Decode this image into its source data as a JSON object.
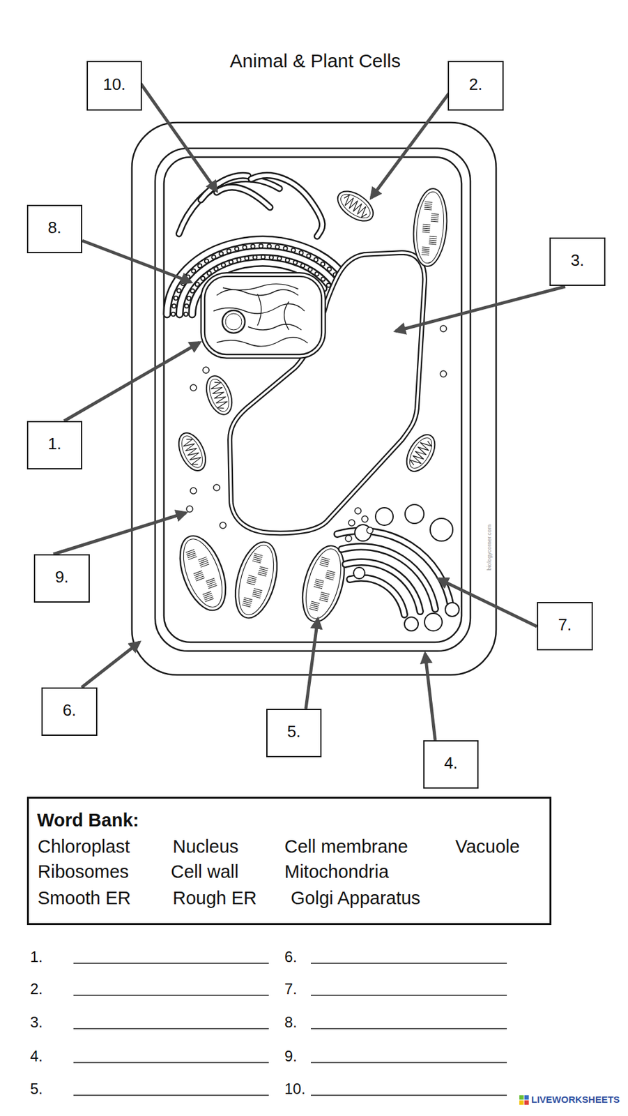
{
  "diagram": {
    "title": "Animal & Plant Cells",
    "nodes": [
      {
        "text": [
          "10."
        ]
      },
      {
        "text": [
          "2."
        ]
      },
      {
        "text": [
          "8."
        ]
      },
      {
        "text": [
          "3."
        ]
      },
      {
        "text": [
          "1."
        ]
      },
      {
        "text": [
          "9."
        ]
      },
      {
        "text": [
          "7."
        ]
      },
      {
        "text": [
          "6."
        ]
      },
      {
        "text": [
          "5."
        ]
      },
      {
        "text": [
          "4."
        ]
      },
      {
        "text": [
          "Word Bank:",
          "Chloroplast",
          "Nucleus",
          "Cell membrane",
          "Vacuole",
          "Ribosomes",
          "Cell wall",
          "Mitochondria",
          "Smooth ER",
          "Rough ER",
          "Golgi Apparatus"
        ]
      }
    ],
    "labels": [
      "biologycorner.com",
      "1.",
      "6.",
      "2.",
      "7.",
      "3.",
      "8.",
      "4.",
      "9.",
      "5.",
      "10.",
      "LIVEWORKSHEETS"
    ]
  }
}
